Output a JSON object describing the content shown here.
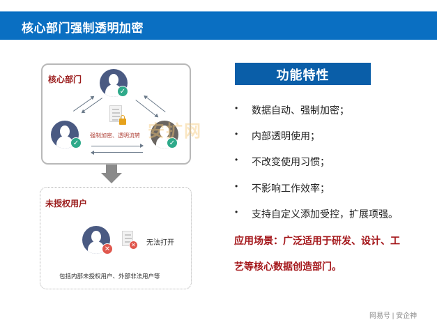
{
  "header": {
    "title": "核心部门强制透明加密",
    "bg_color": "#0a6fc2"
  },
  "diagram": {
    "core_box": {
      "label": "核心部门",
      "users": [
        {
          "position": "top",
          "status_icon": "check-icon"
        },
        {
          "position": "bottom-left",
          "status_icon": "check-icon"
        },
        {
          "position": "bottom-right",
          "status_icon": "check-icon"
        }
      ],
      "document_icon": "encrypted-document-icon",
      "flow_label": "强制加密、透明流转",
      "watermark": "安扩网",
      "badge_icon_ok": "✓"
    },
    "down_arrow": "down-arrow-icon",
    "unauthorized_box": {
      "label": "未授权用户",
      "result_text": "无法打开",
      "note": "包括内部未授权用户、外部非法用户等",
      "badge_icon_no": "✕"
    }
  },
  "features": {
    "title": "功能特性",
    "bullet": "•",
    "items": [
      "数据自动、强制加密；",
      "内部透明使用；",
      "不改变使用习惯；",
      "不影响工作效率；",
      "支持自定义添加受控，扩展项强。"
    ],
    "scenario_lines": [
      "应用场景：广泛适用于研发、设计、工",
      "艺等核心数据创造部门。"
    ]
  },
  "footer": {
    "source": "网易号 | 安企神"
  },
  "colors": {
    "accent_blue": "#0a5ea8",
    "label_red": "#9b1c1c",
    "scenario_red": "#a4161a",
    "ok_green": "#2eaa8a",
    "error_red": "#e0574d"
  }
}
